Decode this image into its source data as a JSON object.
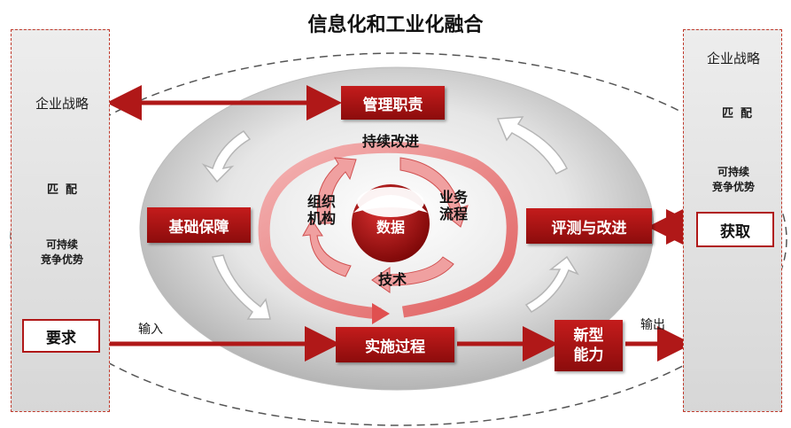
{
  "title": "信息化和工业化融合",
  "left_panel": {
    "strategy": "企业战略",
    "match": "匹配",
    "advantage_line1": "可持续",
    "advantage_line2": "竞争优势",
    "requirement": "要求"
  },
  "right_panel": {
    "strategy": "企业战略",
    "match": "匹配",
    "advantage_line1": "可持续",
    "advantage_line2": "竞争优势",
    "acquire": "获取"
  },
  "nodes": {
    "management": "管理职责",
    "foundation": "基础保障",
    "evaluation": "评测与改进",
    "implementation": "实施过程",
    "capability_line1": "新型",
    "capability_line2": "能力"
  },
  "inner_cycle": {
    "continuous": "持续改进",
    "org_line1": "组织",
    "org_line2": "机构",
    "business_line1": "业务",
    "business_line2": "流程",
    "technology": "技术",
    "data": "数据"
  },
  "flow_labels": {
    "input": "输入",
    "output": "输出"
  },
  "colors": {
    "accent_red": "#b01818",
    "panel_gray": "#e2e2e2"
  }
}
